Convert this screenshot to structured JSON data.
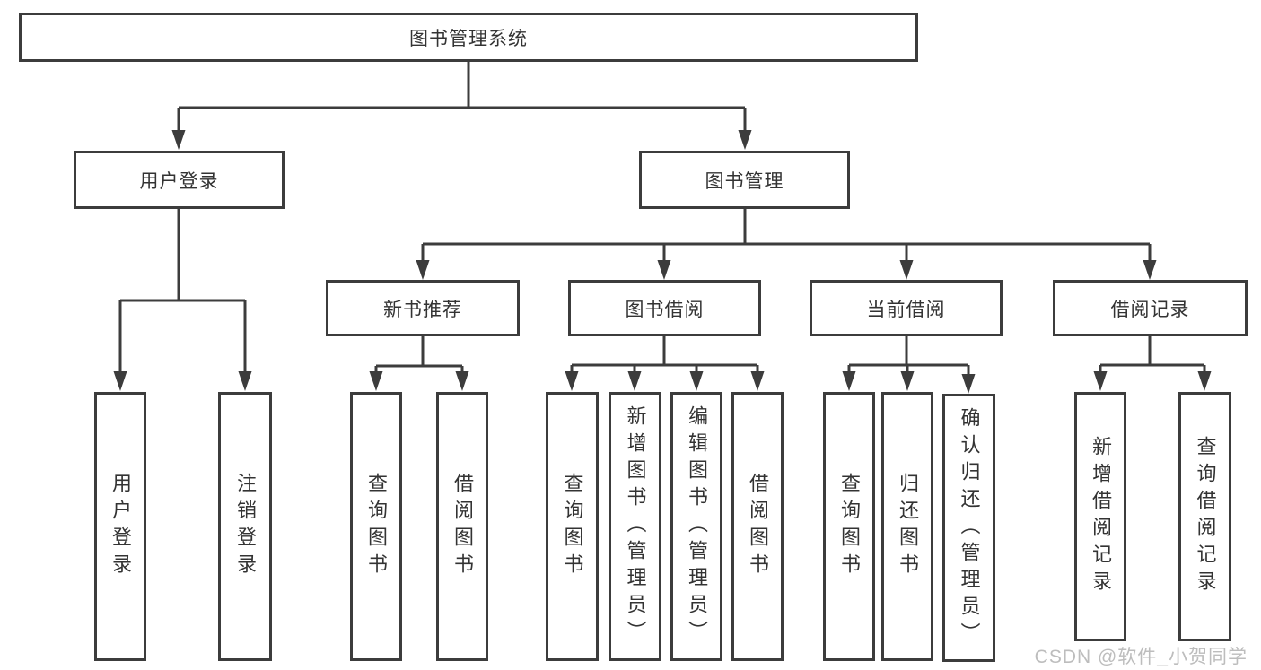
{
  "diagram": {
    "root": "图书管理系统",
    "level2": [
      "用户登录",
      "图书管理"
    ],
    "level3": [
      "新书推荐",
      "图书借阅",
      "当前借阅",
      "借阅记录"
    ],
    "login_children": [
      "用户登录",
      "注销登录"
    ],
    "recommend_children": [
      "查询图书",
      "借阅图书"
    ],
    "borrowing_children": [
      "查询图书",
      "新增图书（管理员）",
      "编辑图书（管理员）",
      "借阅图书"
    ],
    "current_children": [
      "查询图书",
      "归还图书",
      "确认归还（管理员）"
    ],
    "records_children": [
      "新增借阅记录",
      "查询借阅记录"
    ]
  },
  "watermark": "CSDN @软件_小贺同学",
  "colors": {
    "line": "#3c3c3c",
    "text": "#333333",
    "watermark": "#bdbdbd",
    "background": "#ffffff"
  }
}
